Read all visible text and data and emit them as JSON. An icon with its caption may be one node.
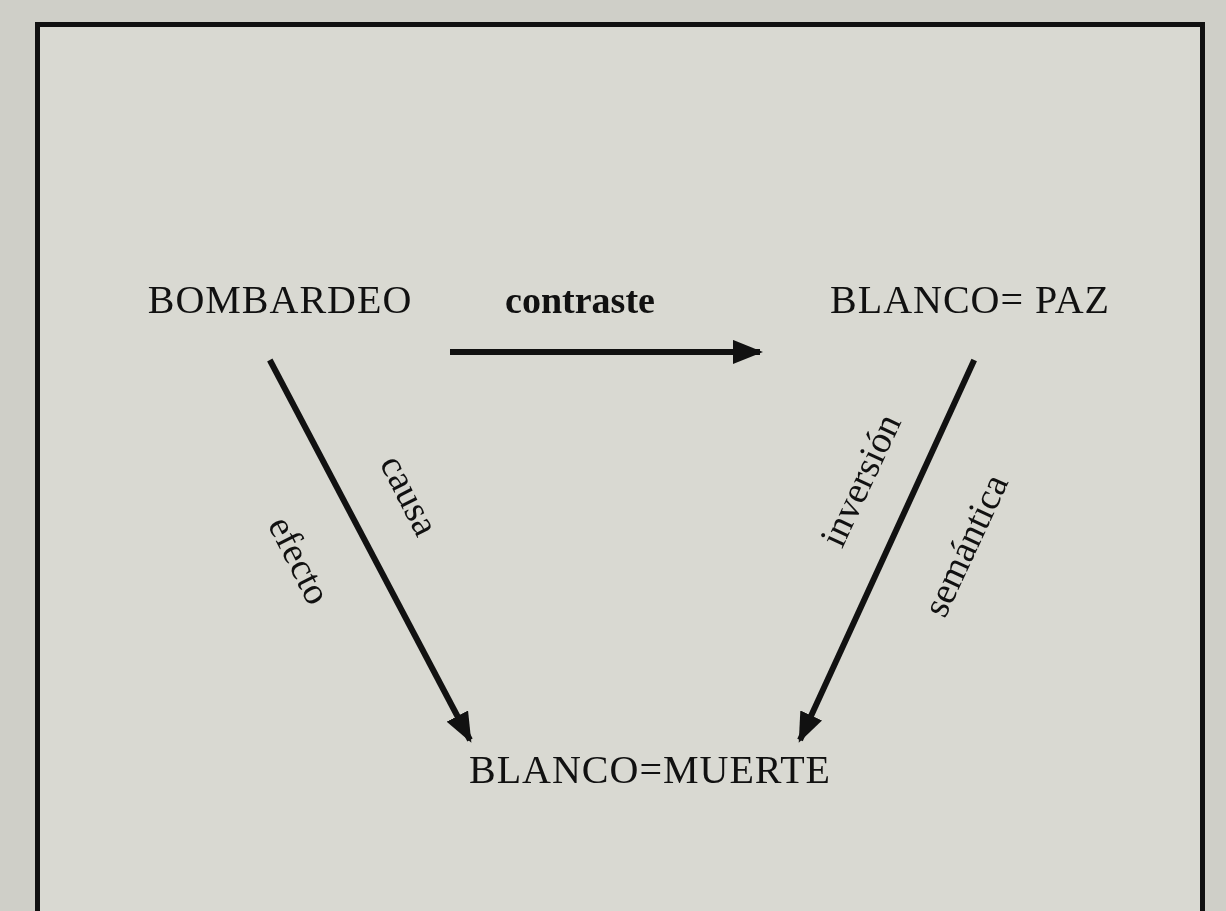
{
  "diagram": {
    "nodes": [
      {
        "text": [
          "BOMBARDEO"
        ]
      },
      {
        "text": [
          "BLANCO= PAZ"
        ]
      },
      {
        "text": [
          "BLANCO=MUERTE"
        ]
      }
    ],
    "edges": [
      {
        "from": 0,
        "to": 1,
        "arrow": "to",
        "label": "contraste"
      },
      {
        "from": 0,
        "to": 2,
        "arrow": "to",
        "label": "causa"
      },
      {
        "from": 1,
        "to": 2,
        "arrow": "to",
        "label": "inversión"
      }
    ],
    "labels": [
      "efecto",
      "semántica"
    ]
  }
}
